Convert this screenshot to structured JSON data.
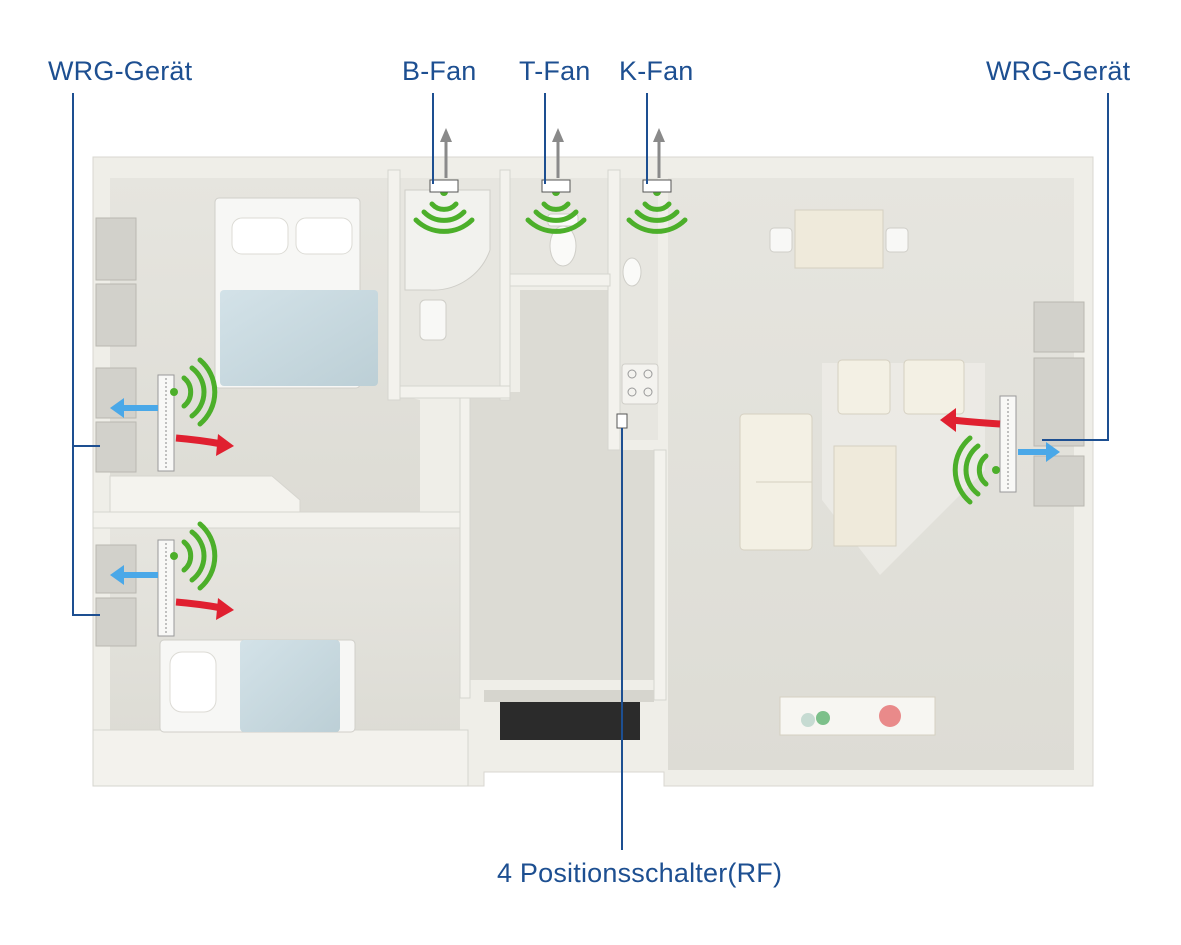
{
  "labels": {
    "wrg_left": "WRG-Gerät",
    "b_fan": "B-Fan",
    "t_fan": "T-Fan",
    "k_fan": "K-Fan",
    "wrg_right": "WRG-Gerät",
    "switch": "4 Positionsschalter(RF)"
  },
  "colors": {
    "label_blue": "#1d4f91",
    "wifi_green": "#4caf2a",
    "warm_arrow": "#e02030",
    "cool_arrow": "#4aa8e8",
    "wall": "#ecebe5",
    "floor": "#e3e2dc"
  }
}
